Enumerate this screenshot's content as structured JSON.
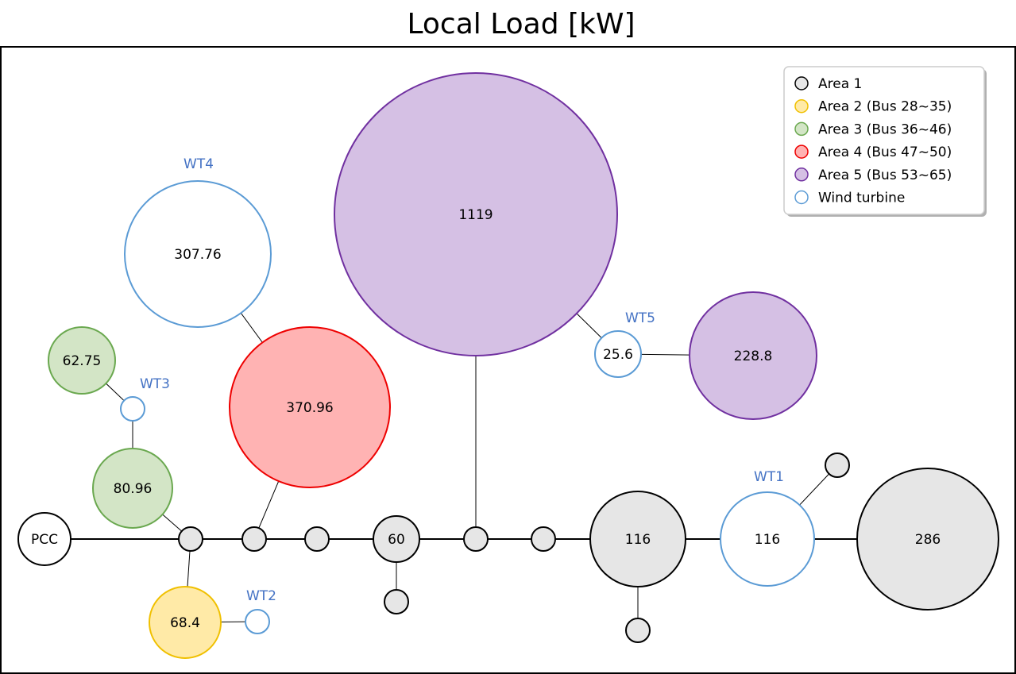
{
  "title": "Local Load [kW]",
  "colors": {
    "area1": {
      "fill": "#e6e6e6",
      "stroke": "#000000"
    },
    "area2": {
      "fill": "#ffeaa7",
      "stroke": "#f0c000"
    },
    "area3": {
      "fill": "#d3e5c6",
      "stroke": "#6aa84f"
    },
    "area4": {
      "fill": "#ffb3b3",
      "stroke": "#ee0000"
    },
    "area5": {
      "fill": "#d5c0e4",
      "stroke": "#7030a0"
    },
    "wind": {
      "fill": "#ffffff",
      "stroke": "#5b9bd5"
    },
    "pcc": {
      "fill": "#ffffff",
      "stroke": "#000000"
    }
  },
  "legend": [
    {
      "label": "Area 1",
      "area": "area1"
    },
    {
      "label": "Area 2 (Bus 28~35)",
      "area": "area2"
    },
    {
      "label": "Area 3 (Bus 36~46)",
      "area": "area3"
    },
    {
      "label": "Area 4 (Bus 47~50)",
      "area": "area4"
    },
    {
      "label": "Area 5 (Bus 53~65)",
      "area": "area5"
    },
    {
      "label": "Wind turbine",
      "area": "wind"
    }
  ],
  "nodes": [
    {
      "id": "pcc",
      "label": "PCC",
      "area": "pcc"
    },
    {
      "id": "b1",
      "label": "",
      "area": "area1"
    },
    {
      "id": "b2",
      "label": "",
      "area": "area1"
    },
    {
      "id": "b3",
      "label": "",
      "area": "area1"
    },
    {
      "id": "b60",
      "label": "60",
      "area": "area1"
    },
    {
      "id": "b60s",
      "label": "",
      "area": "area1"
    },
    {
      "id": "b5",
      "label": "",
      "area": "area1"
    },
    {
      "id": "b6",
      "label": "",
      "area": "area1"
    },
    {
      "id": "b116",
      "label": "116",
      "area": "area1"
    },
    {
      "id": "b116s",
      "label": "",
      "area": "area1"
    },
    {
      "id": "wt1",
      "label": "116",
      "area": "wind",
      "tag": "WT1"
    },
    {
      "id": "wt1s",
      "label": "",
      "area": "area1"
    },
    {
      "id": "b286",
      "label": "286",
      "area": "area1"
    },
    {
      "id": "a2",
      "label": "68.4",
      "area": "area2"
    },
    {
      "id": "wt2",
      "label": "",
      "area": "wind",
      "tag": "WT2"
    },
    {
      "id": "a3a",
      "label": "80.96",
      "area": "area3"
    },
    {
      "id": "wt3",
      "label": "",
      "area": "wind",
      "tag": "WT3"
    },
    {
      "id": "a3b",
      "label": "62.75",
      "area": "area3"
    },
    {
      "id": "a4",
      "label": "370.96",
      "area": "area4"
    },
    {
      "id": "wt4",
      "label": "307.76",
      "area": "wind",
      "tag": "WT4"
    },
    {
      "id": "a5a",
      "label": "1119",
      "area": "area5"
    },
    {
      "id": "wt5",
      "label": "25.6",
      "area": "wind",
      "tag": "WT5"
    },
    {
      "id": "a5b",
      "label": "228.8",
      "area": "area5"
    }
  ],
  "edges": [
    [
      "b1",
      "a3a"
    ],
    [
      "a3a",
      "wt3"
    ],
    [
      "wt3",
      "a3b"
    ],
    [
      "b1",
      "a2"
    ],
    [
      "a2",
      "wt2"
    ],
    [
      "b2",
      "a4"
    ],
    [
      "a4",
      "wt4"
    ],
    [
      "b60",
      "b60s"
    ],
    [
      "b5",
      "a5a"
    ],
    [
      "a5a",
      "wt5"
    ],
    [
      "wt5",
      "a5b"
    ],
    [
      "b116",
      "b116s"
    ],
    [
      "wt1",
      "wt1s"
    ]
  ],
  "main_line": [
    "pcc",
    "b1",
    "b2",
    "b3",
    "b60",
    "b5",
    "b6",
    "b116",
    "wt1",
    "b286"
  ]
}
